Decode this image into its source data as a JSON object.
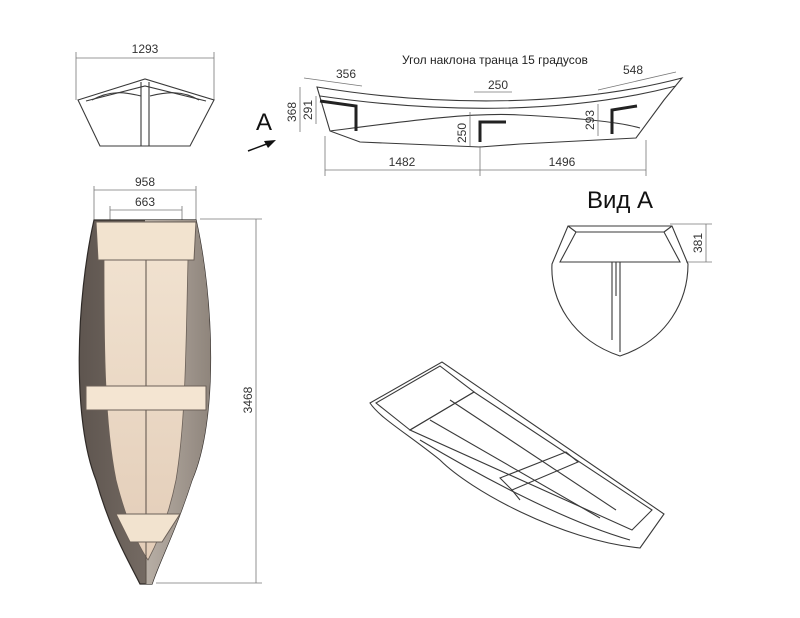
{
  "heading": "Угол наклона транца 15 градусов",
  "front_view": {
    "width": "1293"
  },
  "side_view": {
    "label_A": "A",
    "h1": "368",
    "h2": "291",
    "transom_top": "356",
    "frame_width": "250",
    "frame_height": "250",
    "bow_top": "548",
    "bow_height": "293",
    "aft_length": "1482",
    "fore_length": "1496"
  },
  "top_view": {
    "width_outer": "958",
    "width_inner": "663",
    "length": "3468"
  },
  "view_a": {
    "title": "Вид А",
    "height": "381"
  },
  "colors": {
    "hull_dark": "#7d7269",
    "hull_side": "#a39a91",
    "deck": "#eddccb",
    "seat": "#f2e3cf",
    "line": "#3a3a3a"
  }
}
